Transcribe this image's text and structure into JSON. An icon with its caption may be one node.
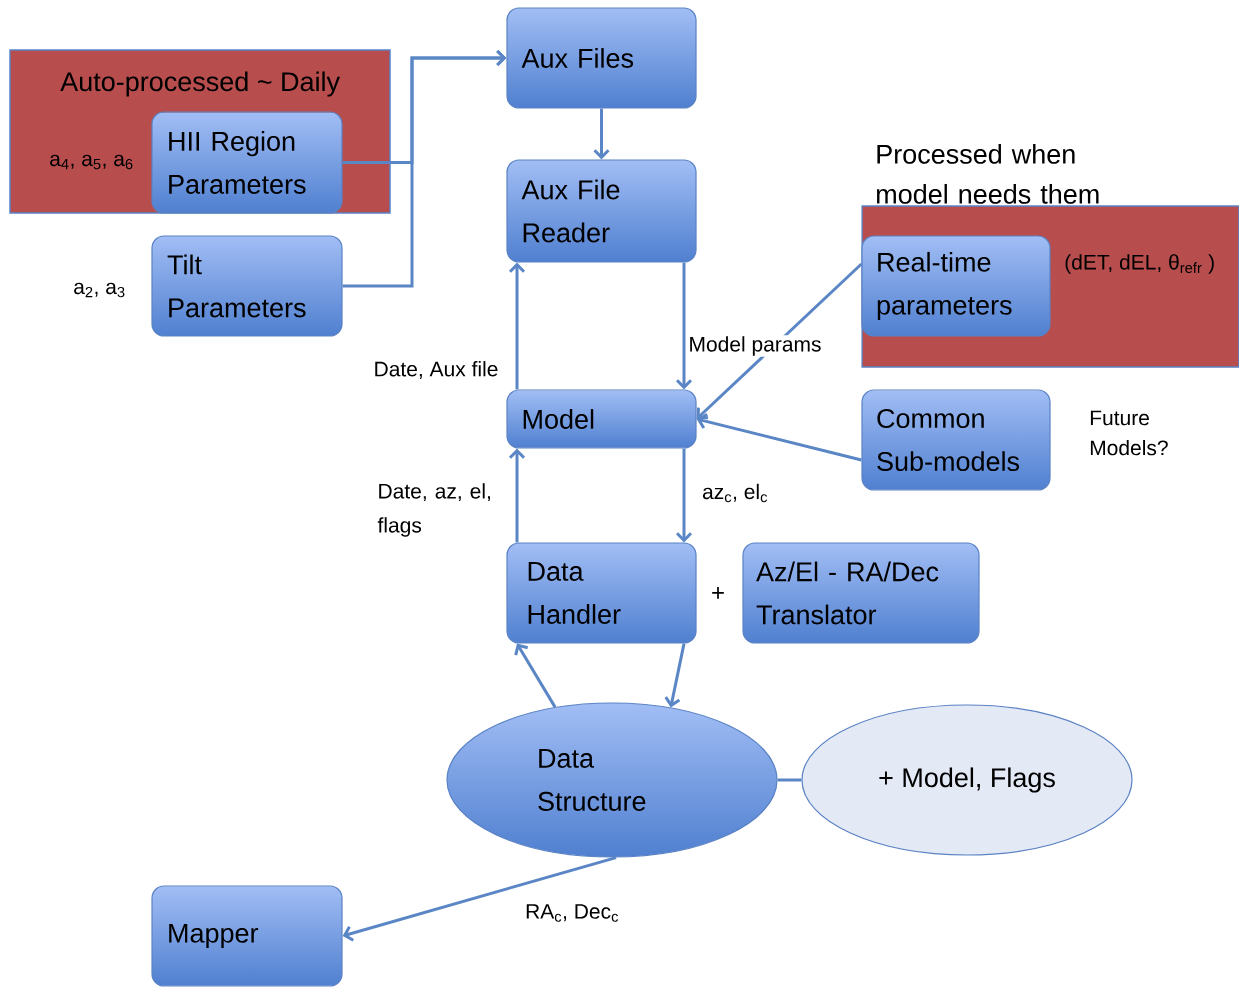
{
  "diagram": {
    "nodes": [
      {
        "text": [
          "Auto-processed ~ Daily"
        ]
      },
      {
        "text": [
          "HII Region Parameters"
        ],
        "in": 0,
        "beside": [
          "a$_{4}$, a$_{5}$, a$_{6}$"
        ]
      },
      {
        "text": [
          "Tilt Parameters"
        ],
        "beside": [
          "a$_{2}$, a$_{3}$"
        ]
      },
      {
        "text": [
          "Aux Files"
        ]
      },
      {
        "text": [
          "Aux File Reader"
        ]
      },
      {
        "text": [
          "Processed when model needs them"
        ]
      },
      {
        "text": [
          "Real-time parameters"
        ],
        "in": 5,
        "beside": [
          "(dET, dEL, θ$_{refr}$ )"
        ]
      },
      {
        "text": [
          "Model"
        ]
      },
      {
        "text": [
          "Common Sub-models"
        ],
        "beside": [
          "Future Models?"
        ]
      },
      {
        "text": [
          "Data Handler"
        ]
      },
      {
        "text": [
          "Az/El - RA/Dec Translator"
        ]
      },
      {
        "text": [
          "Data Structure"
        ]
      },
      {
        "text": [
          "+ Model, Flags"
        ]
      },
      {
        "text": [
          "Mapper"
        ]
      }
    ],
    "edges": [
      {
        "from": 1,
        "to": 3,
        "arrow": "to"
      },
      {
        "from": 2,
        "to": 3,
        "arrow": "to"
      },
      {
        "from": 3,
        "to": 4,
        "arrow": "to"
      },
      {
        "from": 7,
        "to": 4,
        "arrow": "to",
        "label": "Date, Aux file"
      },
      {
        "from": 4,
        "to": 7,
        "arrow": "to",
        "label": "Model params"
      },
      {
        "from": 6,
        "to": 7,
        "arrow": "to"
      },
      {
        "from": 8,
        "to": 7,
        "arrow": "to"
      },
      {
        "from": 9,
        "to": 7,
        "arrow": "to",
        "label": "Date, az, el, flags"
      },
      {
        "from": 7,
        "to": 9,
        "arrow": "to",
        "label": "az$_{c}$, el$_{c}$"
      },
      {
        "from": 11,
        "to": 9,
        "arrow": "to"
      },
      {
        "from": 9,
        "to": 11,
        "arrow": "to"
      },
      {
        "from": 11,
        "to": 12,
        "arrow": "none"
      },
      {
        "from": 11,
        "to": 13,
        "arrow": "to",
        "label": "RA$_{c}$, Dec$_{c}$"
      }
    ],
    "labels": [
      "+"
    ]
  }
}
